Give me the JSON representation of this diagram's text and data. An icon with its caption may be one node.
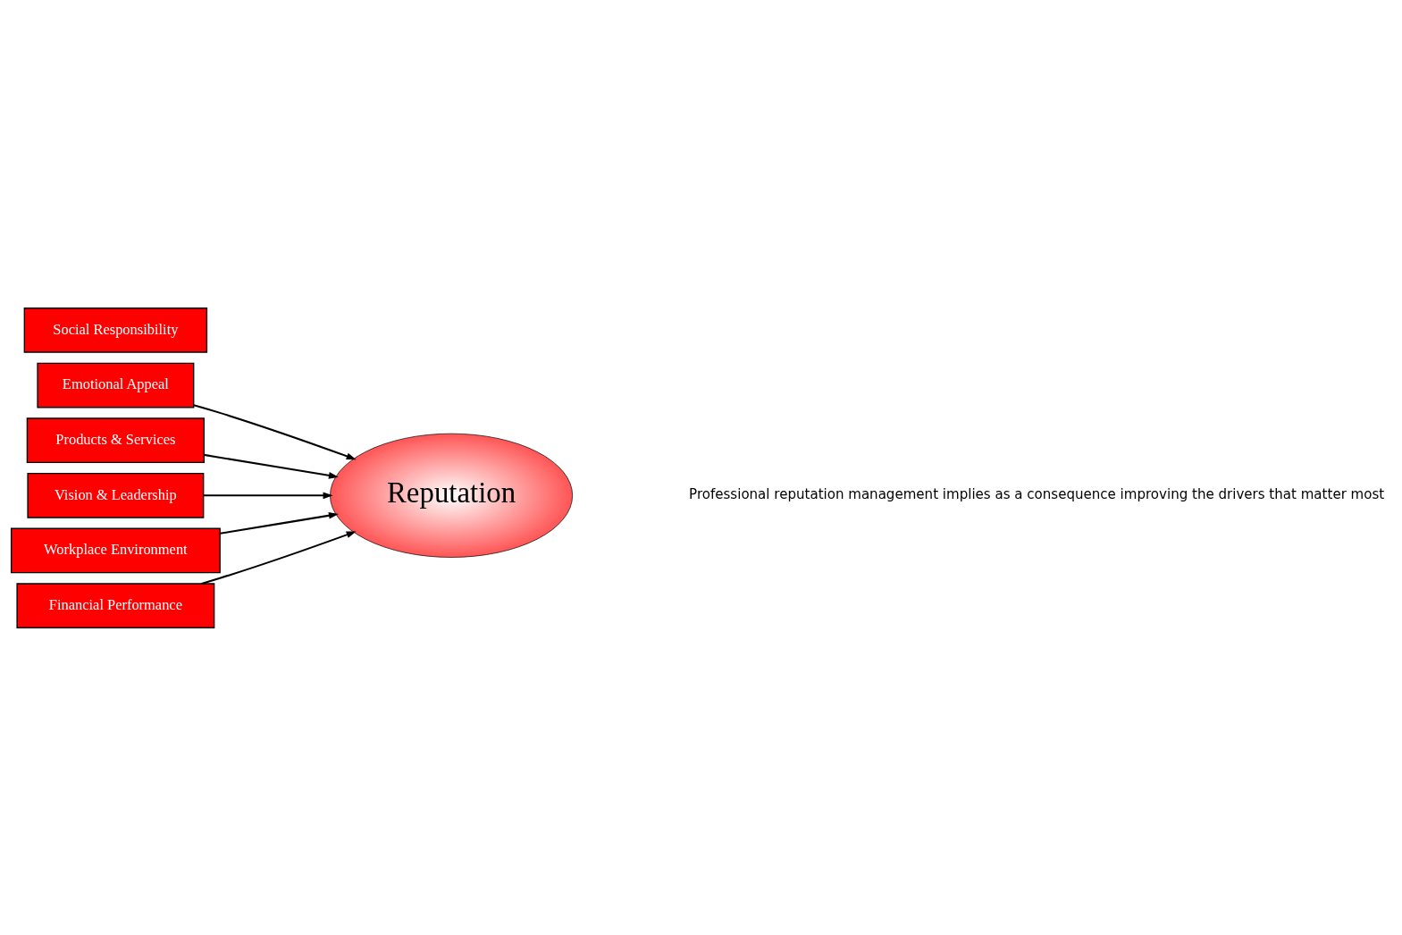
{
  "diagram": {
    "nodes": [
      {
        "text": [
          "Emotional Appeal"
        ]
      },
      {
        "text": [
          "Products & Services"
        ]
      },
      {
        "text": [
          "Social Responsibility"
        ]
      },
      {
        "text": [
          "Vision & Leadership"
        ]
      },
      {
        "text": [
          "Workplace Environment"
        ]
      },
      {
        "text": [
          "Financial Performance"
        ]
      },
      {
        "text": [
          "Reputation"
        ]
      }
    ],
    "edges": [
      {
        "from": 0,
        "to": 6,
        "arrow": "to"
      },
      {
        "from": 1,
        "to": 6,
        "arrow": "to"
      },
      {
        "from": 3,
        "to": 6,
        "arrow": "to"
      },
      {
        "from": 4,
        "to": 6,
        "arrow": "to"
      },
      {
        "from": 5,
        "to": 6,
        "arrow": "to"
      }
    ],
    "labels": [
      "Professional reputation management implies as a consequence improving the drivers that matter most"
    ]
  }
}
